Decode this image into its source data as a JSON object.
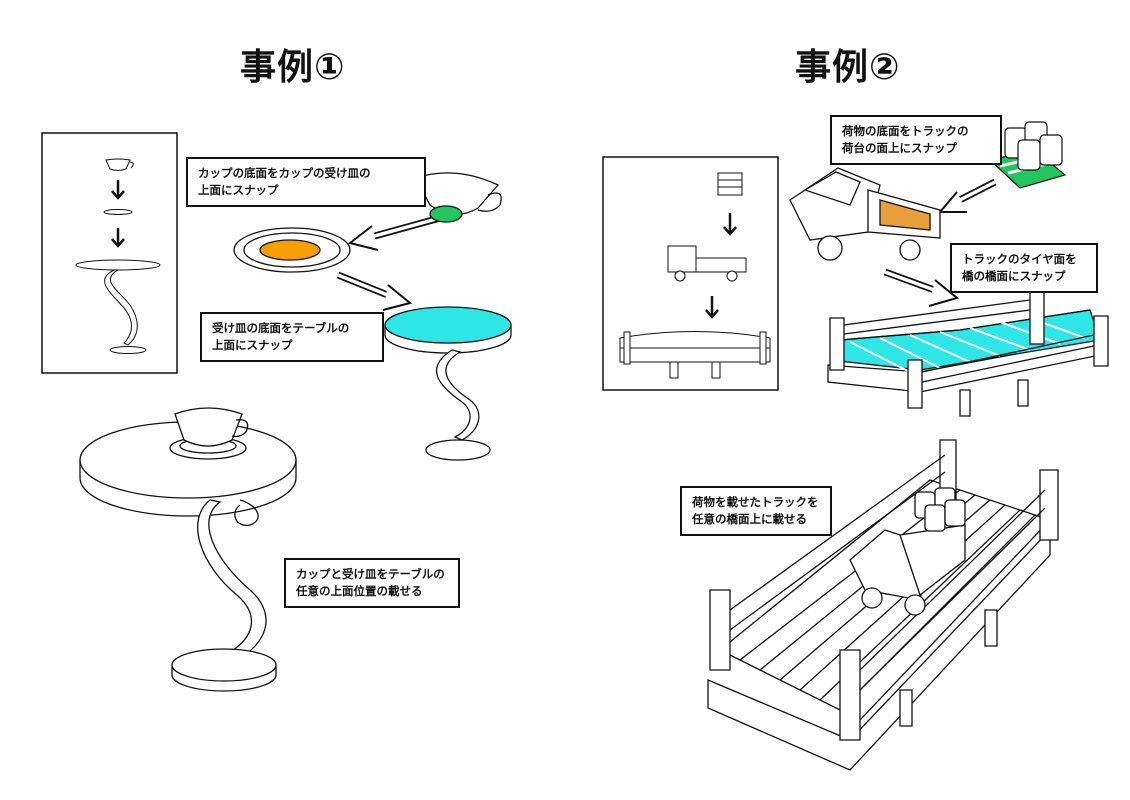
{
  "titles": {
    "example1": "事例①",
    "example2": "事例②"
  },
  "example1": {
    "callout_cup": "カップの底面をカップの受け皿の\n上面にスナップ",
    "callout_saucer": "受け皿の底面をテーブルの\n上面にスナップ",
    "callout_result": "カップと受け皿をテーブルの\n任意の上面位置の載せる"
  },
  "example2": {
    "callout_cargo": "荷物の底面をトラックの\n荷台の面上にスナップ",
    "callout_truck": "トラックのタイヤ面を\n橋の橋面にスナップ",
    "callout_result": "荷物を載せたトラックを\n任意の橋面上に載せる"
  },
  "colors": {
    "highlight_green": "#22c55e",
    "highlight_orange": "#f5a000",
    "highlight_cyan": "#2ee6e6",
    "truck_bed_orange": "#e8a13a"
  }
}
